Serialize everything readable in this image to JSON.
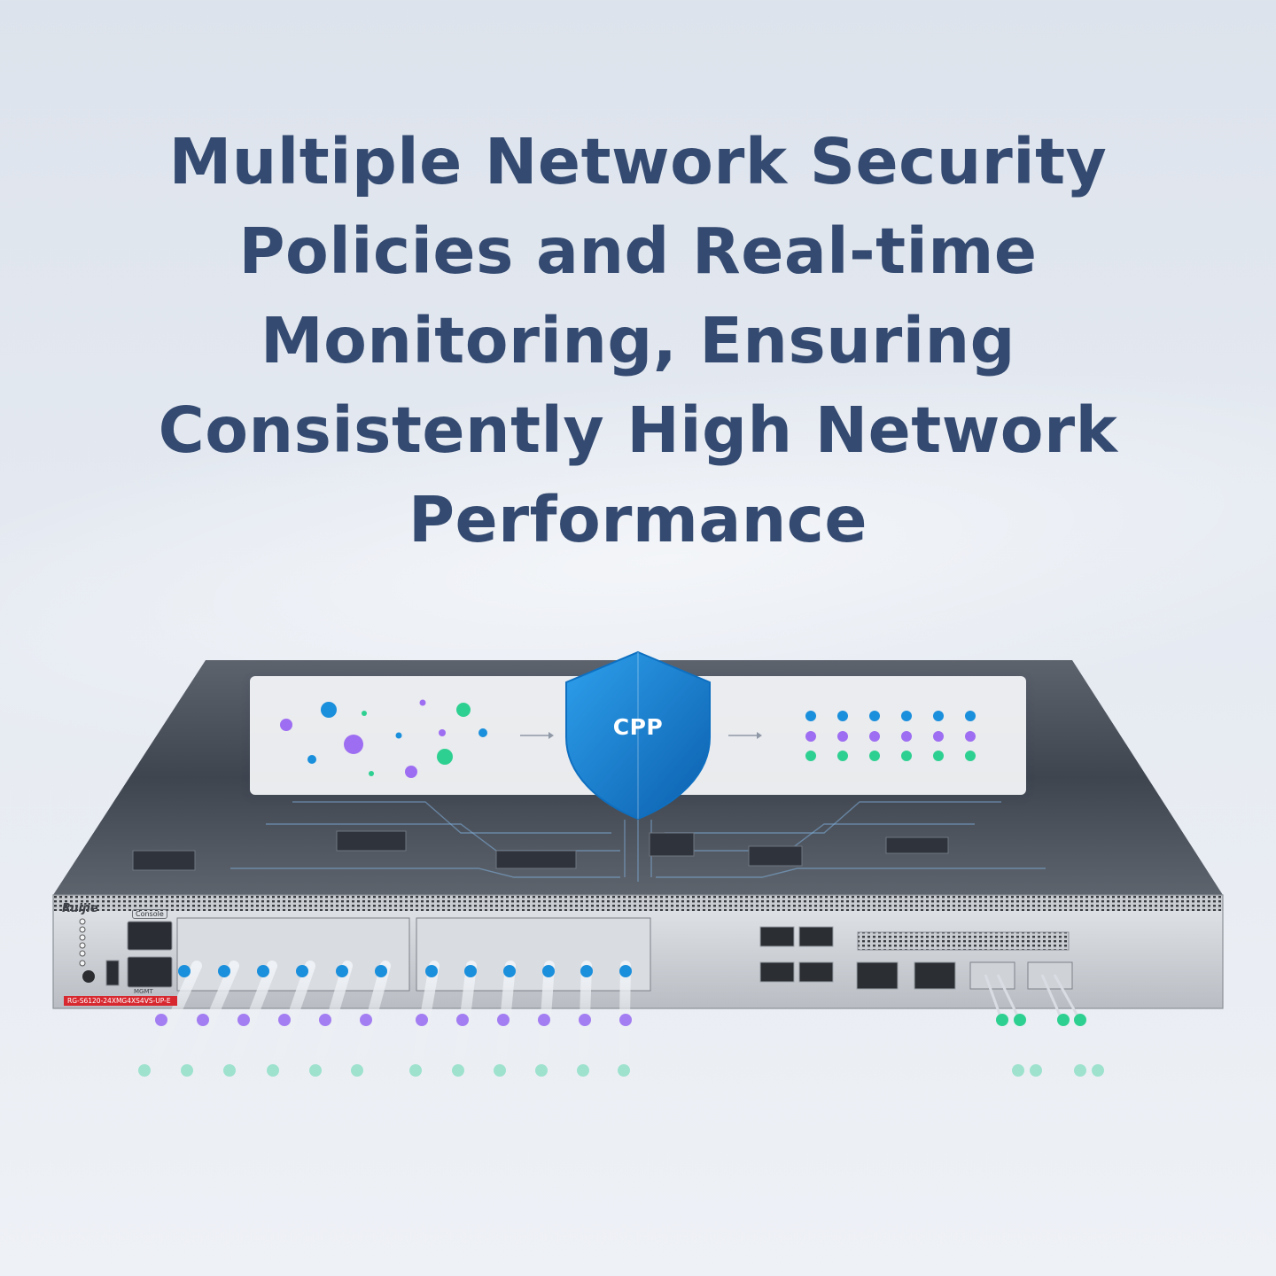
{
  "headline": {
    "lines": [
      "Multiple Network Security",
      "Policies and Real-time",
      "Monitoring, Ensuring",
      "Consistently High Network",
      "Performance"
    ]
  },
  "shield": {
    "label": "CPP"
  },
  "device": {
    "brand": "Ruijie",
    "console_label": "Console",
    "mgmt_label": "MGMT",
    "model": "RG-S6120-24XMG4XS4VS-UP-E"
  },
  "colors": {
    "headline": "#344a70",
    "dot_blue": "#1a8fdc",
    "dot_purple": "#9e6ef2",
    "dot_green": "#2ed091",
    "shield": "#1677c9",
    "brand_red": "#d7282f"
  },
  "icons": [
    "shield-icon",
    "arrow-right-icon"
  ]
}
